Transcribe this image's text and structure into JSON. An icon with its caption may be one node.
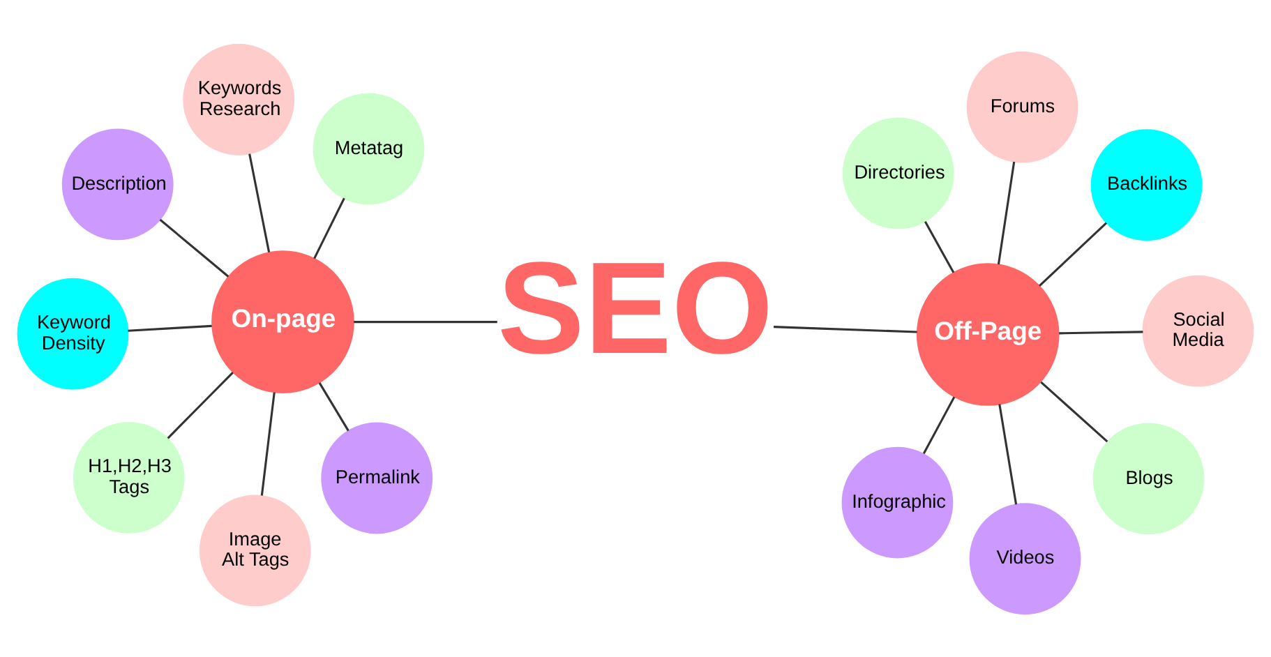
{
  "diagram": {
    "nodes": [
      {
        "text": [
          "On-page"
        ]
      },
      {
        "text": [
          "Keywords Research"
        ]
      },
      {
        "text": [
          "Metatag"
        ]
      },
      {
        "text": [
          "Description"
        ]
      },
      {
        "text": [
          "Keyword Density"
        ]
      },
      {
        "text": [
          "Permalink"
        ]
      },
      {
        "text": [
          "H1,H2,H3 Tags"
        ]
      },
      {
        "text": [
          "Image Alt Tags"
        ]
      },
      {
        "text": [
          "SEO"
        ]
      },
      {
        "text": [
          "Off-Page"
        ]
      },
      {
        "text": [
          "Infographic"
        ]
      },
      {
        "text": [
          "Directories"
        ]
      },
      {
        "text": [
          "Social Media"
        ]
      },
      {
        "text": [
          "Backlinks"
        ]
      },
      {
        "text": [
          "Forums"
        ]
      },
      {
        "text": [
          "Blogs"
        ]
      },
      {
        "text": [
          "Videos"
        ]
      }
    ],
    "edges": [
      {
        "from": 0,
        "to": 8,
        "arrow": "none"
      },
      {
        "from": 0,
        "to": 1,
        "arrow": "none"
      },
      {
        "from": 0,
        "to": 2,
        "arrow": "none"
      },
      {
        "from": 0,
        "to": 3,
        "arrow": "none"
      },
      {
        "from": 0,
        "to": 4,
        "arrow": "none"
      },
      {
        "from": 0,
        "to": 5,
        "arrow": "none"
      },
      {
        "from": 0,
        "to": 6,
        "arrow": "none"
      },
      {
        "from": 0,
        "to": 7,
        "arrow": "none"
      },
      {
        "from": 9,
        "to": 8,
        "arrow": "none"
      },
      {
        "from": 9,
        "to": 10,
        "arrow": "none"
      },
      {
        "from": 9,
        "to": 11,
        "arrow": "none"
      },
      {
        "from": 9,
        "to": 12,
        "arrow": "none"
      },
      {
        "from": 9,
        "to": 13,
        "arrow": "none"
      },
      {
        "from": 9,
        "to": 14,
        "arrow": "none"
      },
      {
        "from": 9,
        "to": 15,
        "arrow": "none"
      },
      {
        "from": 9,
        "to": 16,
        "arrow": "none"
      }
    ]
  }
}
